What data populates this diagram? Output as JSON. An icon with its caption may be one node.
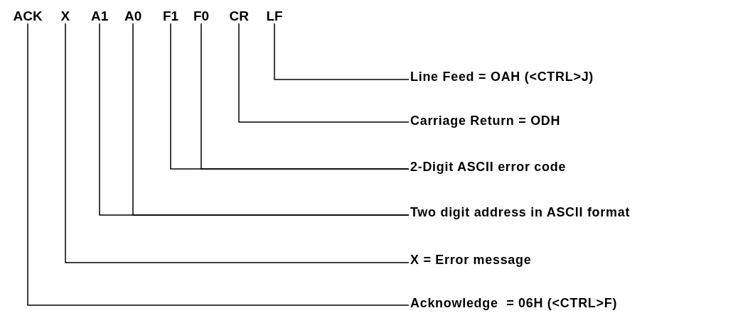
{
  "diagram": {
    "nodes": [
      {
        "text": [
          "ACK"
        ]
      },
      {
        "text": [
          "X"
        ]
      },
      {
        "text": [
          "A1"
        ]
      },
      {
        "text": [
          "A0"
        ]
      },
      {
        "text": [
          "F1"
        ]
      },
      {
        "text": [
          "F0"
        ]
      },
      {
        "text": [
          "CR"
        ]
      },
      {
        "text": [
          "LF"
        ]
      },
      {
        "text": [
          "Line Feed = OAH (<CTRL>J)"
        ]
      },
      {
        "text": [
          "Carriage Return = ODH"
        ]
      },
      {
        "text": [
          "2-Digit ASCII error code"
        ]
      },
      {
        "text": [
          "Two digit address in ASCII format"
        ]
      },
      {
        "text": [
          "X = Error message"
        ]
      },
      {
        "text": [
          "Acknowledge  = 06H (<CTRL>F)"
        ]
      }
    ],
    "edges": [
      {
        "from": 7,
        "to": 8,
        "arrow": "none"
      },
      {
        "from": 6,
        "to": 9,
        "arrow": "none"
      },
      {
        "from": 4,
        "to": 10,
        "arrow": "none"
      },
      {
        "from": 5,
        "to": 10,
        "arrow": "none"
      },
      {
        "from": 2,
        "to": 11,
        "arrow": "none"
      },
      {
        "from": 3,
        "to": 11,
        "arrow": "none"
      },
      {
        "from": 1,
        "to": 12,
        "arrow": "none"
      },
      {
        "from": 0,
        "to": 13,
        "arrow": "none"
      }
    ]
  }
}
